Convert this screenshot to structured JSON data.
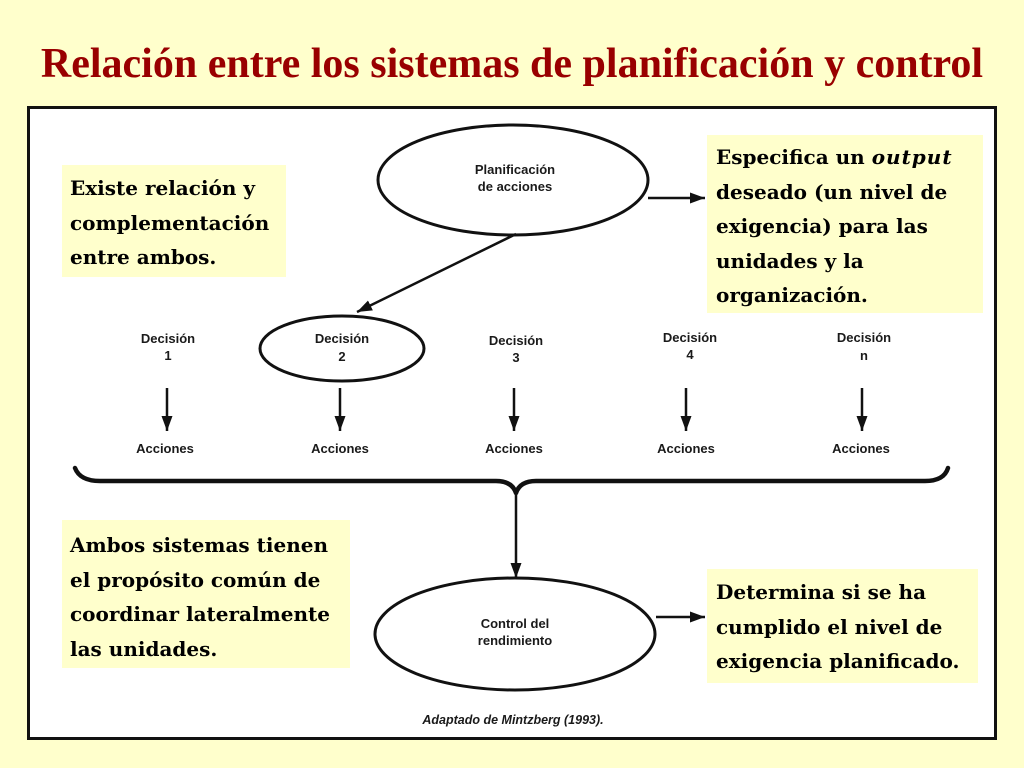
{
  "title": "Relación entre los sistemas de planificación y control",
  "diagram": {
    "planning_node": {
      "lines": [
        "Planificación",
        "de acciones"
      ]
    },
    "decisions": [
      {
        "label": "Decisión",
        "index": "1",
        "action": "Acciones"
      },
      {
        "label": "Decisión",
        "index": "2",
        "action": "Acciones"
      },
      {
        "label": "Decisión",
        "index": "3",
        "action": "Acciones"
      },
      {
        "label": "Decisión",
        "index": "4",
        "action": "Acciones"
      },
      {
        "label": "Decisión",
        "index": "n",
        "action": "Acciones"
      }
    ],
    "control_node": {
      "lines": [
        "Control del",
        "rendimiento"
      ]
    },
    "source_note": "Adaptado de Mintzberg (1993)."
  },
  "callouts": {
    "relationship": {
      "lines": [
        "Existe relación y",
        "complementación",
        "entre ambos."
      ]
    },
    "output_spec": {
      "first_line": {
        "text": "Especifica un",
        "emphasis": "output"
      },
      "lines": [
        "deseado (un nivel de",
        "exigencia) para las",
        "unidades y la",
        "organización."
      ]
    },
    "common_purpose": {
      "lines": [
        "Ambos sistemas tienen",
        "el propósito común de",
        "coordinar lateralmente",
        "las unidades."
      ]
    },
    "performance_check": {
      "lines": [
        "Determina si se ha",
        "cumplido el nivel de",
        "exigencia planificado."
      ]
    }
  },
  "colors": {
    "background": "#FFFFCC",
    "title": "#990000",
    "callout_fill": "#FFFFCC",
    "diagram_panel": "#FFFFFF",
    "ink": "#111111"
  }
}
